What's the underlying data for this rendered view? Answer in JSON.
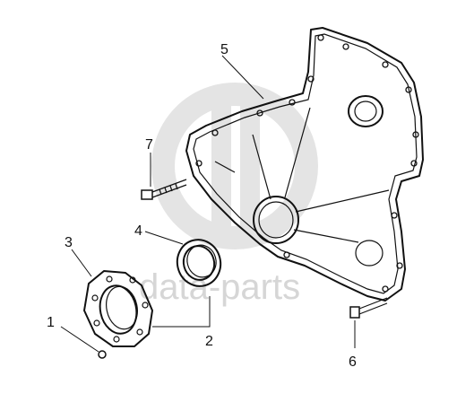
{
  "watermark": {
    "text": "data-parts"
  },
  "callouts": [
    {
      "id": "1",
      "label": "1"
    },
    {
      "id": "2",
      "label": "2"
    },
    {
      "id": "3",
      "label": "3"
    },
    {
      "id": "4",
      "label": "4"
    },
    {
      "id": "5",
      "label": "5"
    },
    {
      "id": "6",
      "label": "6"
    },
    {
      "id": "7",
      "label": "7"
    }
  ]
}
